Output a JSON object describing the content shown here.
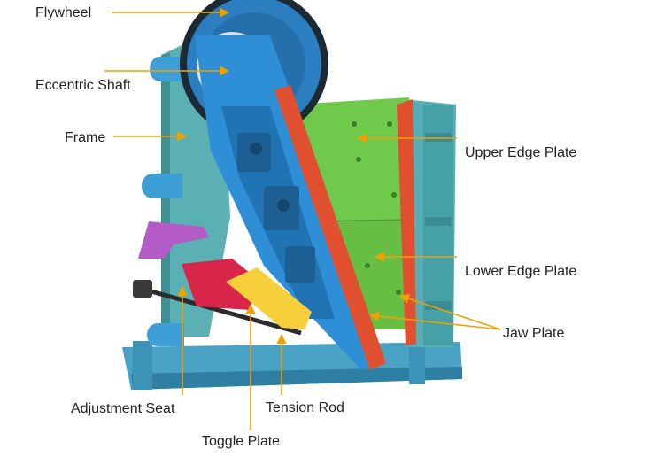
{
  "diagram": {
    "labels": {
      "flywheel": "Flywheel",
      "eccentric_shaft": "Eccentric Shaft",
      "frame": "Frame",
      "upper_edge_plate": "Upper Edge Plate",
      "lower_edge_plate": "Lower Edge Plate",
      "jaw_plate": "Jaw Plate",
      "adjustment_seat": "Adjustment Seat",
      "tension_rod": "Tension Rod",
      "toggle_plate": "Toggle Plate"
    }
  },
  "colors": {
    "frame": "#5bb0b3",
    "frame_dark": "#3f8f93",
    "flywheel": "#2b7fc0",
    "flywheel_rim": "#1c2a33",
    "pitman": "#2e8fd6",
    "jaw_plate": "#e0502f",
    "edge_plates": "#6fc94a",
    "adjustment_seat": "#d8264a",
    "toggle_plate": "#f6cf3a",
    "wedge": "#b45bc8",
    "leader": "#f0a000"
  }
}
